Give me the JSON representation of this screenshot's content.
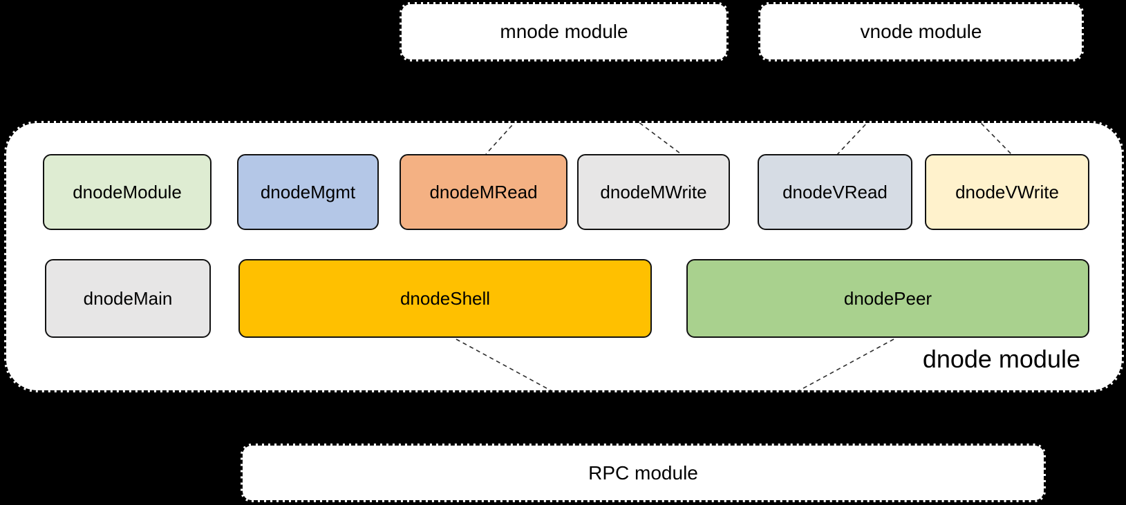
{
  "colors": {
    "background": "#000000",
    "module_box_fill": "#ffffff",
    "node_border": "#111111",
    "connector": "#2b2b2b",
    "dnodeModule_fill": "#deecd2",
    "dnodeMgmt_fill": "#b4c7e7",
    "dnodeMRead_fill": "#f4b183",
    "dnodeMWrite_fill": "#e7e6e6",
    "dnodeVRead_fill": "#d6dce4",
    "dnodeVWrite_fill": "#fff2cc",
    "dnodeMain_fill": "#e7e6e6",
    "dnodeShell_fill": "#ffc000",
    "dnodePeer_fill": "#a9d18e"
  },
  "top_modules": [
    {
      "id": "mnode-module",
      "label": "mnode module"
    },
    {
      "id": "vnode-module",
      "label": "vnode module"
    }
  ],
  "dnode_container": {
    "label": "dnode module",
    "row1": [
      {
        "id": "dnodeModule",
        "label": "dnodeModule",
        "fill": "#deecd2"
      },
      {
        "id": "dnodeMgmt",
        "label": "dnodeMgmt",
        "fill": "#b4c7e7"
      },
      {
        "id": "dnodeMRead",
        "label": "dnodeMRead",
        "fill": "#f4b183"
      },
      {
        "id": "dnodeMWrite",
        "label": "dnodeMWrite",
        "fill": "#e7e6e6"
      },
      {
        "id": "dnodeVRead",
        "label": "dnodeVRead",
        "fill": "#d6dce4"
      },
      {
        "id": "dnodeVWrite",
        "label": "dnodeVWrite",
        "fill": "#fff2cc"
      }
    ],
    "row2": [
      {
        "id": "dnodeMain",
        "label": "dnodeMain",
        "fill": "#e7e6e6"
      },
      {
        "id": "dnodeShell",
        "label": "dnodeShell",
        "fill": "#ffc000"
      },
      {
        "id": "dnodePeer",
        "label": "dnodePeer",
        "fill": "#a9d18e"
      }
    ]
  },
  "bottom_module": {
    "label": "RPC module"
  },
  "connections": [
    {
      "from": "mnode module",
      "to": "dnodeMRead"
    },
    {
      "from": "mnode module",
      "to": "dnodeMWrite"
    },
    {
      "from": "vnode module",
      "to": "dnodeVRead"
    },
    {
      "from": "vnode module",
      "to": "dnodeVWrite"
    },
    {
      "from": "dnodeShell",
      "to": "RPC module"
    },
    {
      "from": "dnodePeer",
      "to": "RPC module"
    }
  ]
}
